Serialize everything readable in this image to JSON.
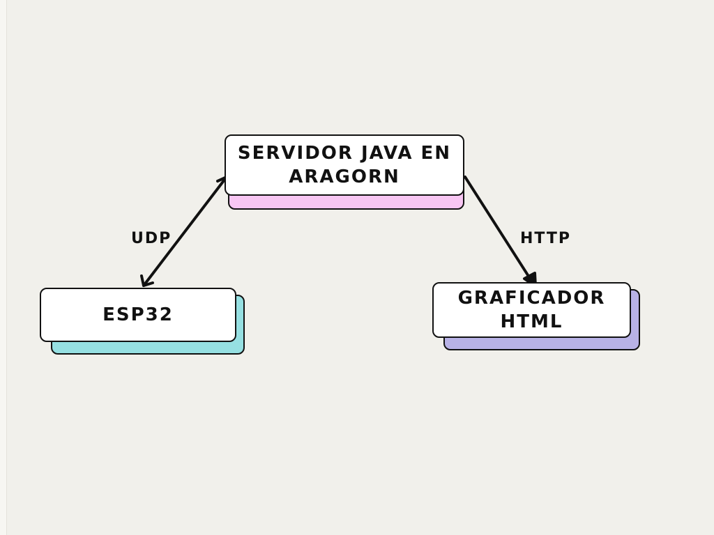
{
  "diagram": {
    "nodes": {
      "server": {
        "label": "SERVIDOR JAVA EN ARAGORN",
        "shadow_color": "#f8c6f3"
      },
      "esp32": {
        "label": "ESP32",
        "shadow_color": "#96e0e2"
      },
      "grapher": {
        "label": "GRAFICADOR HTML",
        "shadow_color": "#b8b2e6"
      }
    },
    "edges": {
      "udp": {
        "label": "UDP",
        "direction": "bidirectional"
      },
      "http": {
        "label": "HTTP",
        "direction": "server-to-grapher"
      }
    }
  }
}
